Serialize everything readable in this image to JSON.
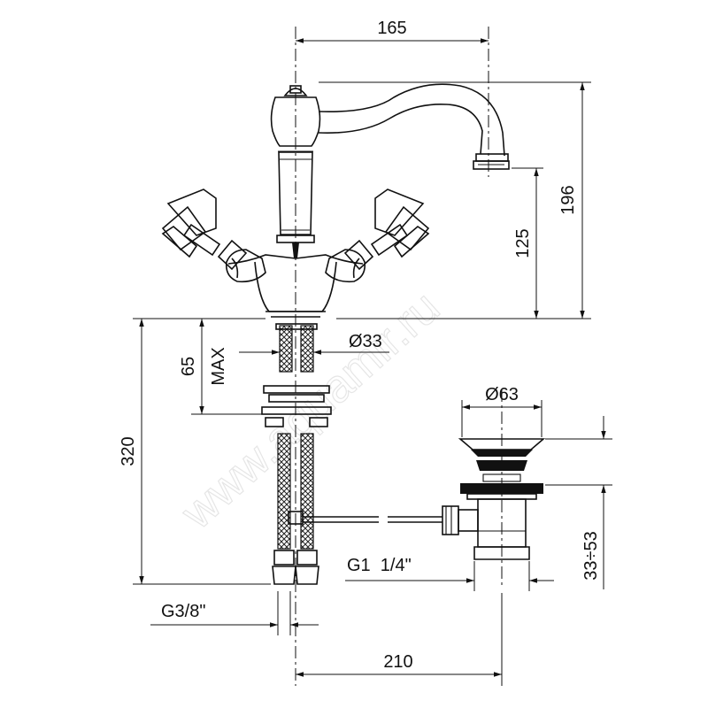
{
  "watermark": "www.aquamir.ru",
  "dimensions": {
    "spout_reach": "165",
    "total_height": "196",
    "spout_height": "125",
    "hose_diameter": "Ø33",
    "max_deck_thickness": "65",
    "max_label": "MAX",
    "hose_length": "320",
    "waste_diameter": "Ø63",
    "waste_thread": "G1  1/4\"",
    "waste_adjust": "33÷53",
    "hose_thread": "G3/8\"",
    "waste_distance": "210"
  }
}
